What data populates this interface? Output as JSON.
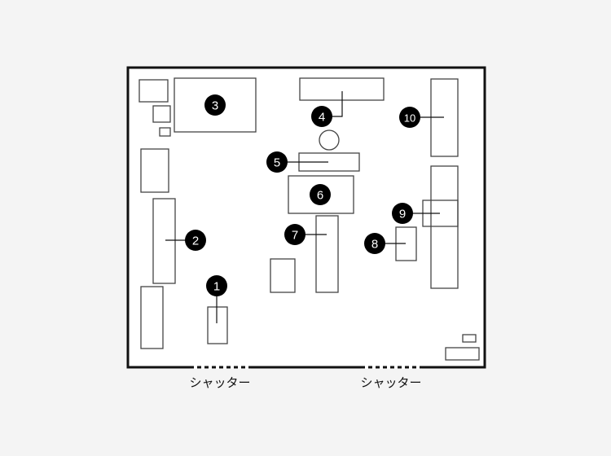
{
  "markers": [
    "1",
    "2",
    "3",
    "4",
    "5",
    "6",
    "7",
    "8",
    "9",
    "10"
  ],
  "shutters": [
    "シャッター",
    "シャッター"
  ],
  "colors": {
    "background": "#f4f4f4",
    "floor": "#ffffff",
    "wall": "#111111",
    "marker": "#000000",
    "box": "#444444"
  }
}
